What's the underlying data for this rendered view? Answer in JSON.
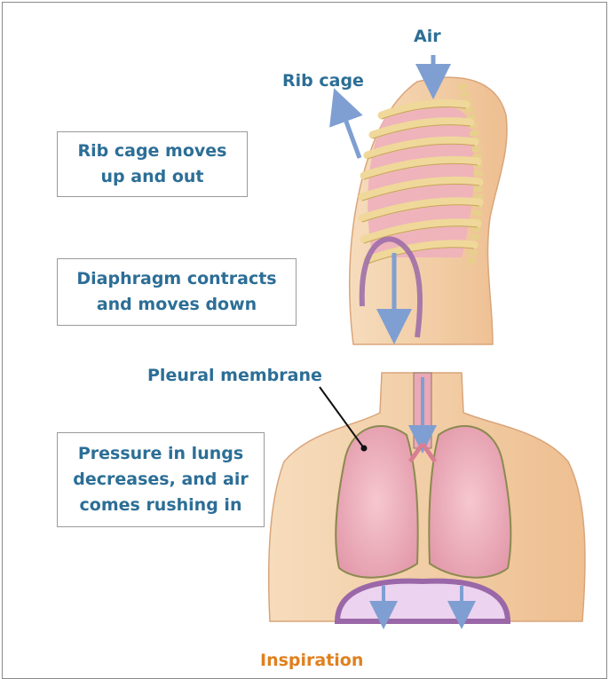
{
  "labels": {
    "air": "Air",
    "rib_cage": "Rib cage",
    "pleural_membrane": "Pleural membrane"
  },
  "boxes": {
    "rib_cage_moves": "Rib cage moves up and out",
    "diaphragm": "Diaphragm contracts and moves down",
    "pressure": "Pressure in lungs decreases, and air comes rushing in"
  },
  "caption": "Inspiration",
  "colors": {
    "label_text": "#2c6e96",
    "caption_text": "#e0801e",
    "skin": "#f2cfa6",
    "lung": "#eaa9b6",
    "arrow": "#7f9fd2",
    "diaphragm": "#9a68a8"
  }
}
